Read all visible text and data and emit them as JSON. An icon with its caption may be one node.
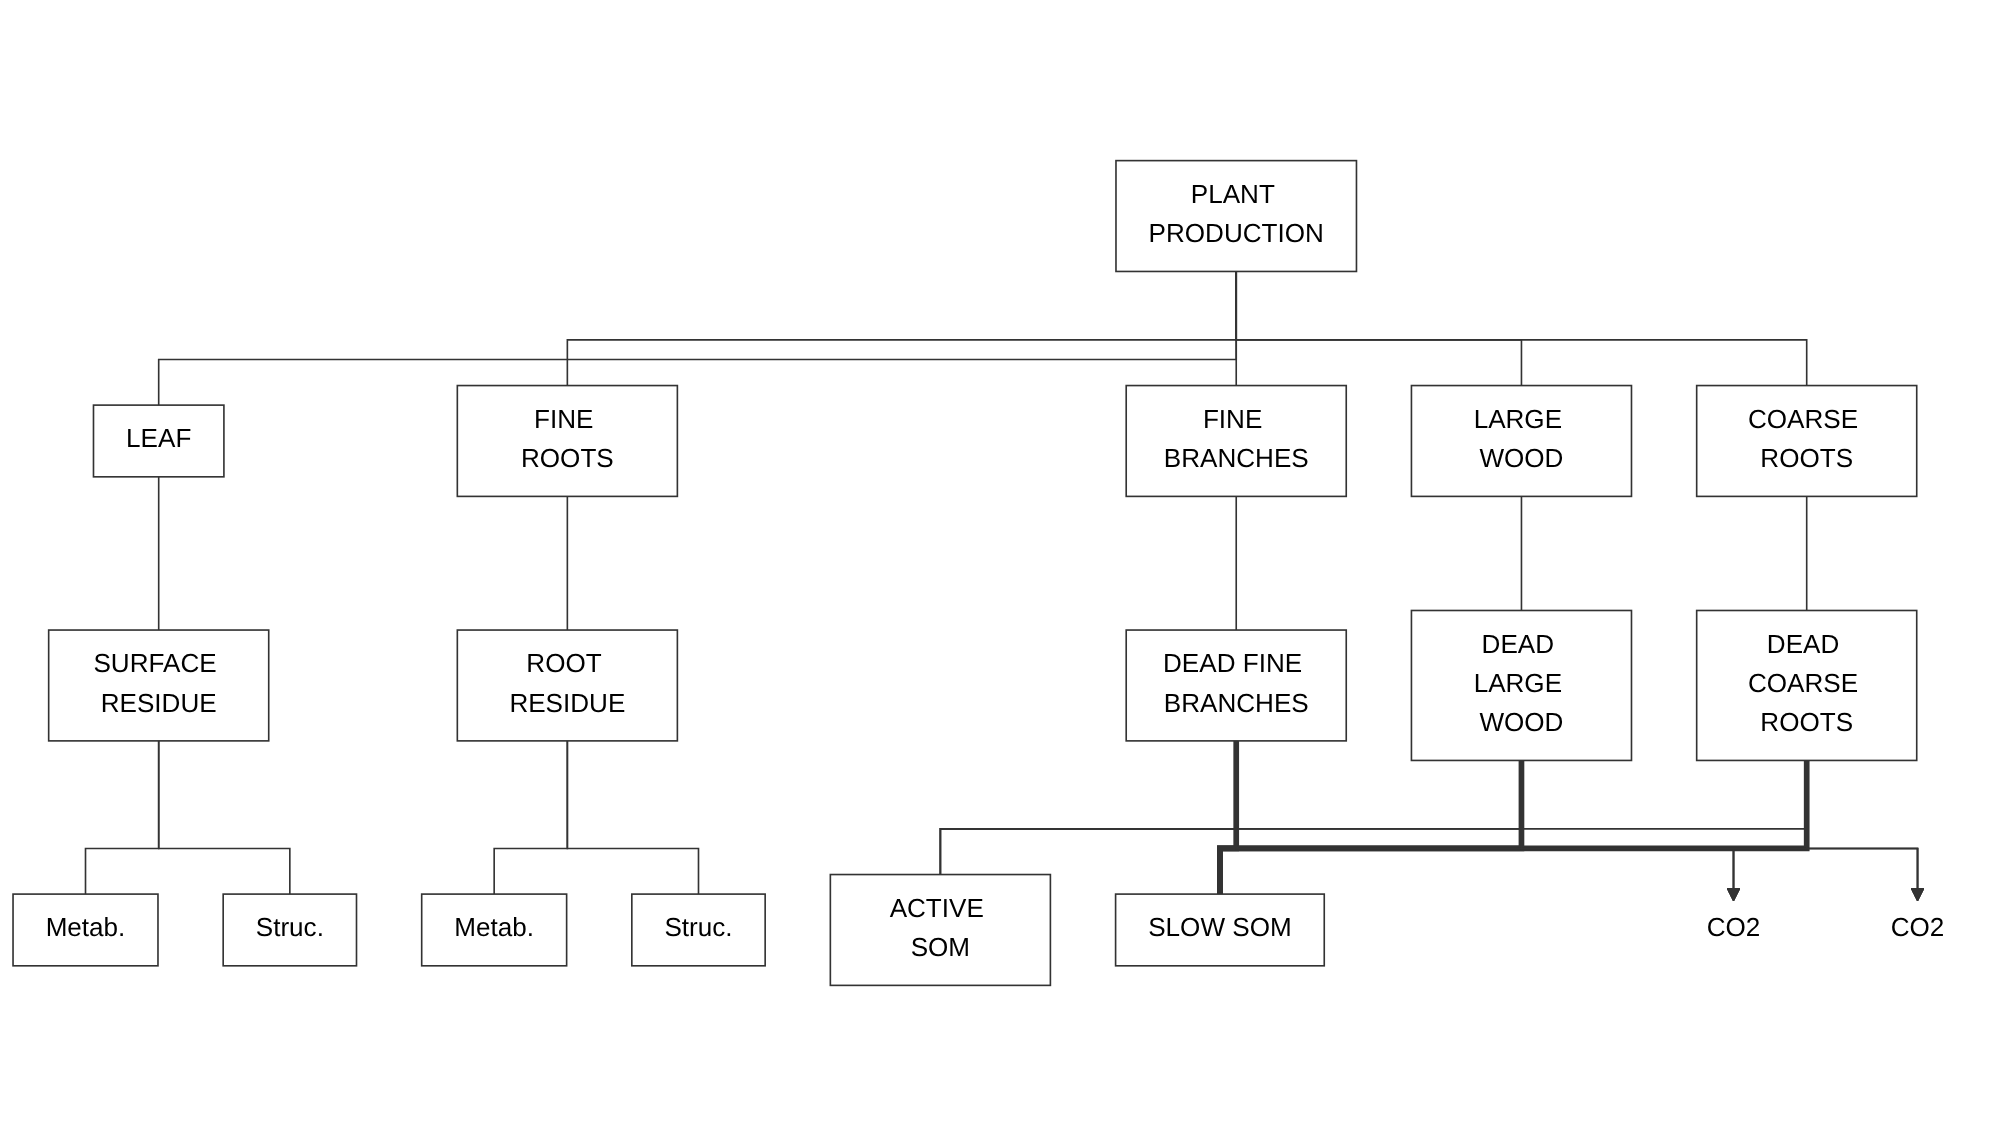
{
  "diagram": {
    "nodes": [
      {
        "text": [
          "PLANT PRODUCTION"
        ]
      },
      {
        "text": [
          "LEAF"
        ]
      },
      {
        "text": [
          "FINE ROOTS"
        ]
      },
      {
        "text": [
          "FINE BRANCHES"
        ]
      },
      {
        "text": [
          "LARGE WOOD"
        ]
      },
      {
        "text": [
          "COARSE ROOTS"
        ]
      },
      {
        "text": [
          "SURFACE RESIDUE"
        ]
      },
      {
        "text": [
          "ROOT RESIDUE"
        ]
      },
      {
        "text": [
          "DEAD FINE BRANCHES"
        ]
      },
      {
        "text": [
          "DEAD LARGE WOOD"
        ]
      },
      {
        "text": [
          "DEAD COARSE ROOTS"
        ]
      },
      {
        "text": [
          "Metab."
        ]
      },
      {
        "text": [
          "Struc."
        ]
      },
      {
        "text": [
          "Metab."
        ]
      },
      {
        "text": [
          "Struc."
        ]
      },
      {
        "text": [
          "ACTIVE SOM"
        ]
      },
      {
        "text": [
          "SLOW SOM"
        ]
      },
      {
        "text": [
          "CO2"
        ]
      },
      {
        "text": [
          "CO2"
        ]
      }
    ],
    "edges": [
      {
        "from": 0,
        "to": 1,
        "arrow": "none"
      },
      {
        "from": 0,
        "to": 2,
        "arrow": "none"
      },
      {
        "from": 0,
        "to": 3,
        "arrow": "none"
      },
      {
        "from": 0,
        "to": 4,
        "arrow": "none"
      },
      {
        "from": 0,
        "to": 5,
        "arrow": "none"
      },
      {
        "from": 1,
        "to": 6,
        "arrow": "none"
      },
      {
        "from": 2,
        "to": 7,
        "arrow": "none"
      },
      {
        "from": 3,
        "to": 8,
        "arrow": "none"
      },
      {
        "from": 4,
        "to": 9,
        "arrow": "none"
      },
      {
        "from": 5,
        "to": 10,
        "arrow": "none"
      },
      {
        "from": 6,
        "to": 11,
        "arrow": "none"
      },
      {
        "from": 6,
        "to": 12,
        "arrow": "none"
      },
      {
        "from": 7,
        "to": 13,
        "arrow": "none"
      },
      {
        "from": 7,
        "to": 14,
        "arrow": "none"
      },
      {
        "from": 8,
        "to": 15,
        "arrow": "none"
      },
      {
        "from": 9,
        "to": 15,
        "arrow": "none"
      },
      {
        "from": 10,
        "to": 15,
        "arrow": "none"
      },
      {
        "from": 8,
        "to": 16,
        "arrow": "none",
        "style": "thick"
      },
      {
        "from": 9,
        "to": 16,
        "arrow": "none",
        "style": "thick"
      },
      {
        "from": 10,
        "to": 16,
        "arrow": "none",
        "style": "thick"
      },
      {
        "from": 8,
        "to": 17,
        "arrow": "to"
      },
      {
        "from": 9,
        "to": 17,
        "arrow": "to"
      },
      {
        "from": 10,
        "to": 17,
        "arrow": "to"
      },
      {
        "from": 8,
        "to": 18,
        "arrow": "to"
      },
      {
        "from": 9,
        "to": 18,
        "arrow": "to"
      },
      {
        "from": 10,
        "to": 18,
        "arrow": "to"
      }
    ]
  }
}
